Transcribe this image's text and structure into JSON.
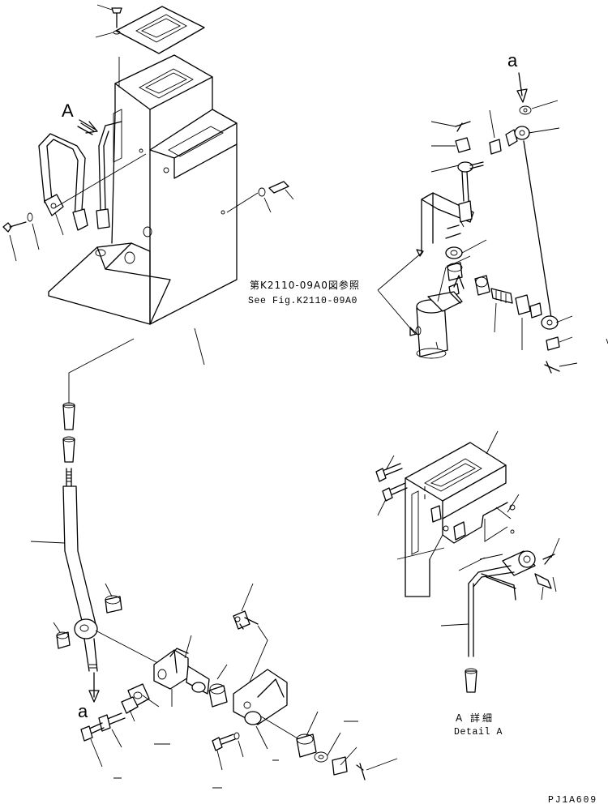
{
  "diagram": {
    "view_label": "A",
    "connector_label": "a",
    "reference": {
      "jp": "第K2110-09A0図参照",
      "en": "See Fig.K2110-09A0"
    },
    "detail": {
      "jp": "A 詳細",
      "en": "Detail A"
    },
    "figure_id": "PJ1A609"
  }
}
